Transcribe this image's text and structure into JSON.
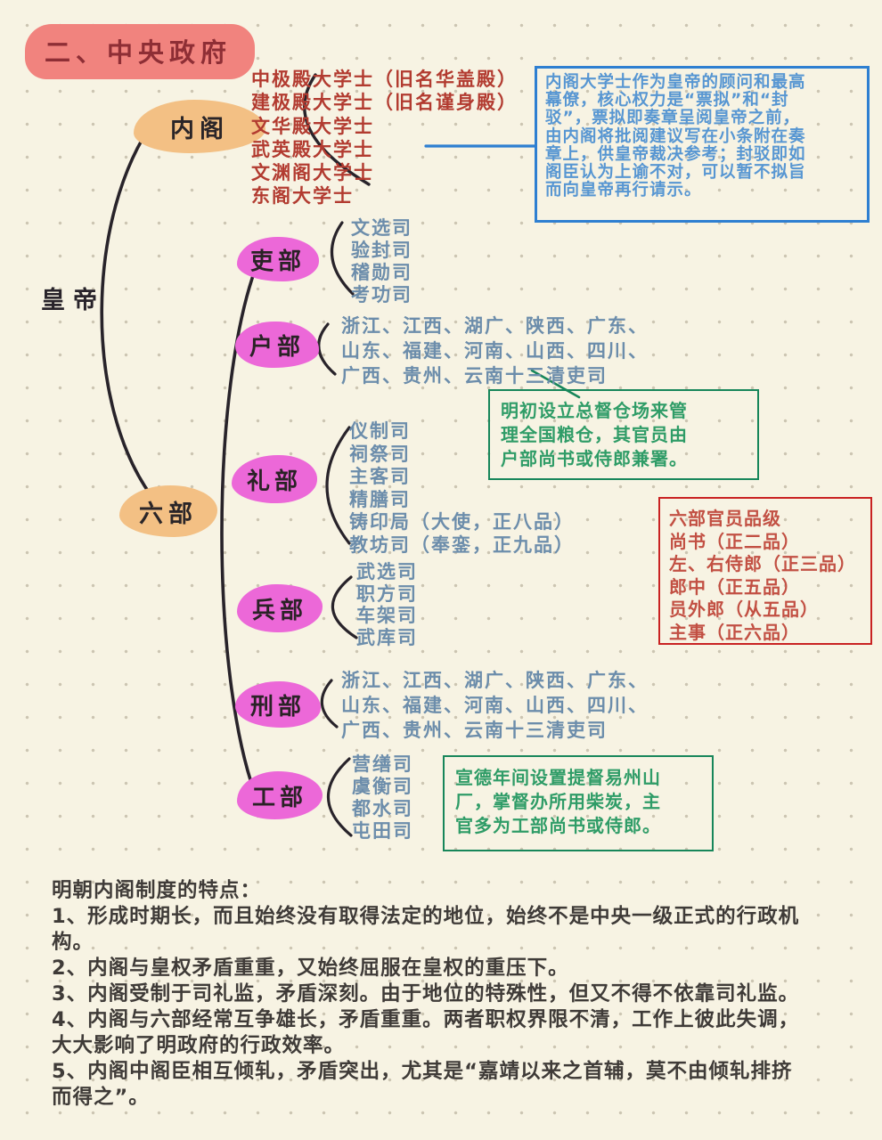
{
  "title": "二、中央政府",
  "emperor": "皇帝",
  "cabinet": {
    "label": "内阁",
    "members": [
      "中极殿大学士（旧名华盖殿）",
      "建极殿大学士（旧名谨身殿）",
      "文华殿大学士",
      "武英殿大学士",
      "文渊阁大学士",
      "东阁大学士"
    ],
    "note": "内阁大学士作为皇帝的顾问和最高\n幕僚，核心权力是“票拟”和“封\n驳”，票拟即奏章呈阅皇帝之前，\n由内阁将批阅建议写在小条附在奏\n章上，供皇帝裁决参考；封驳即如\n阁臣认为上谕不对，可以暂不拟旨\n而向皇帝再行请示。"
  },
  "six_ministries_label": "六部",
  "ministries": [
    {
      "name": "吏部",
      "items": "文选司\n验封司\n稽勋司\n考功司"
    },
    {
      "name": "户部",
      "items": "浙江、江西、湖广、陕西、广东、\n山东、福建、河南、山西、四川、\n广西、贵州、云南十三清吏司"
    },
    {
      "name": "礼部",
      "items": "仪制司\n祠祭司\n主客司\n精膳司\n铸印局（大使，正八品）\n教坊司（奉銮，正九品）"
    },
    {
      "name": "兵部",
      "items": "武选司\n职方司\n车架司\n武库司"
    },
    {
      "name": "刑部",
      "items": "浙江、江西、湖广、陕西、广东、\n山东、福建、河南、山西、四川、\n广西、贵州、云南十三清吏司"
    },
    {
      "name": "工部",
      "items": "营缮司\n虞衡司\n都水司\n屯田司"
    }
  ],
  "notes": {
    "treasury": "明初设立总督仓场来管\n理全国粮仓，其官员由\n户部尚书或侍郎兼署。",
    "ranks": "六部官员品级\n尚书（正二品）\n左、右侍郎（正三品）\n郎中（正五品）\n员外郎（从五品）\n主事（正六品）",
    "works": "宣德年间设置提督易州山\n厂，掌督办所用柴炭，主\n官多为工部尚书或侍郎。"
  },
  "summary": "明朝内阁制度的特点：\n1、形成时期长，而且始终没有取得法定的地位，始终不是中央一级正式的行政机\n构。\n2、内阁与皇权矛盾重重，又始终屈服在皇权的重压下。\n3、内阁受制于司礼监，矛盾深刻。由于地位的特殊性，但又不得不依靠司礼监。\n4、内阁与六部经常互争雄长，矛盾重重。两者职权界限不清，工作上彼此失调，\n大大影响了明政府的行政效率。\n5、内阁中阁臣相互倾轧，矛盾突出，尤其是“嘉靖以来之首辅，莫不由倾轧排挤\n而得之”。",
  "colors": {
    "background": "#f7f3e3",
    "title_fill": "#f1837e",
    "title_text": "#8e2e35",
    "branch_fill_orange": "#f3c084",
    "ministry_fill_pink": "#ec68d8",
    "cabinet_list_red": "#b23b30",
    "dept_list_blue": "#6c8dab",
    "note_blue": "#2e7fd1",
    "note_green": "#17865a",
    "note_red": "#c92222",
    "ink_black": "#28232a"
  }
}
